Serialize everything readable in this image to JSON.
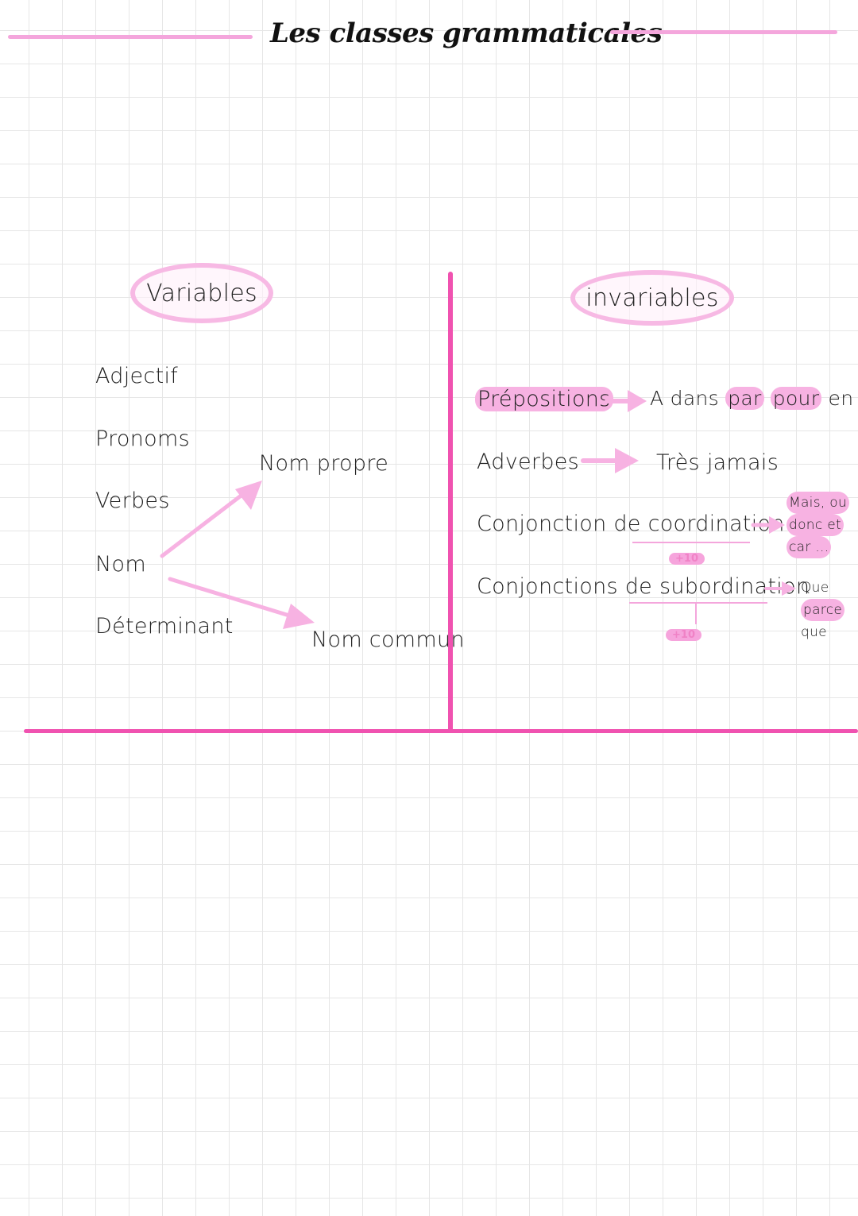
{
  "title": "Les classes grammaticales",
  "colors": {
    "accent": "#f052b0",
    "light_pink": "#f4a6dc",
    "highlight": "#f7b2e2",
    "grid": "#e6e6e6"
  },
  "left": {
    "heading": "Variables",
    "items": [
      "Adjectif",
      "Pronoms",
      "Verbes",
      "Nom",
      "Déterminant"
    ],
    "nom_propre": "Nom propre",
    "nom_commun": "Nom commun"
  },
  "right": {
    "heading": "invariables",
    "rows": [
      {
        "label": "Prépositions",
        "examples": [
          "A",
          "dans",
          "par",
          "pour",
          "en",
          ".."
        ]
      },
      {
        "label": "Adverbes",
        "examples": [
          "Très",
          "jamais"
        ]
      },
      {
        "label": "Conjonction de coordination",
        "examples": [
          "Mais, ou",
          "donc et",
          "car ..."
        ],
        "badge": "+10"
      },
      {
        "label": "Conjonctions de subordination",
        "examples": [
          "Que",
          "parce",
          "que"
        ],
        "badge": "+10"
      }
    ]
  },
  "icons": [
    "arrow-right-icon",
    "arrow-up-right-icon",
    "arrow-down-right-icon"
  ]
}
